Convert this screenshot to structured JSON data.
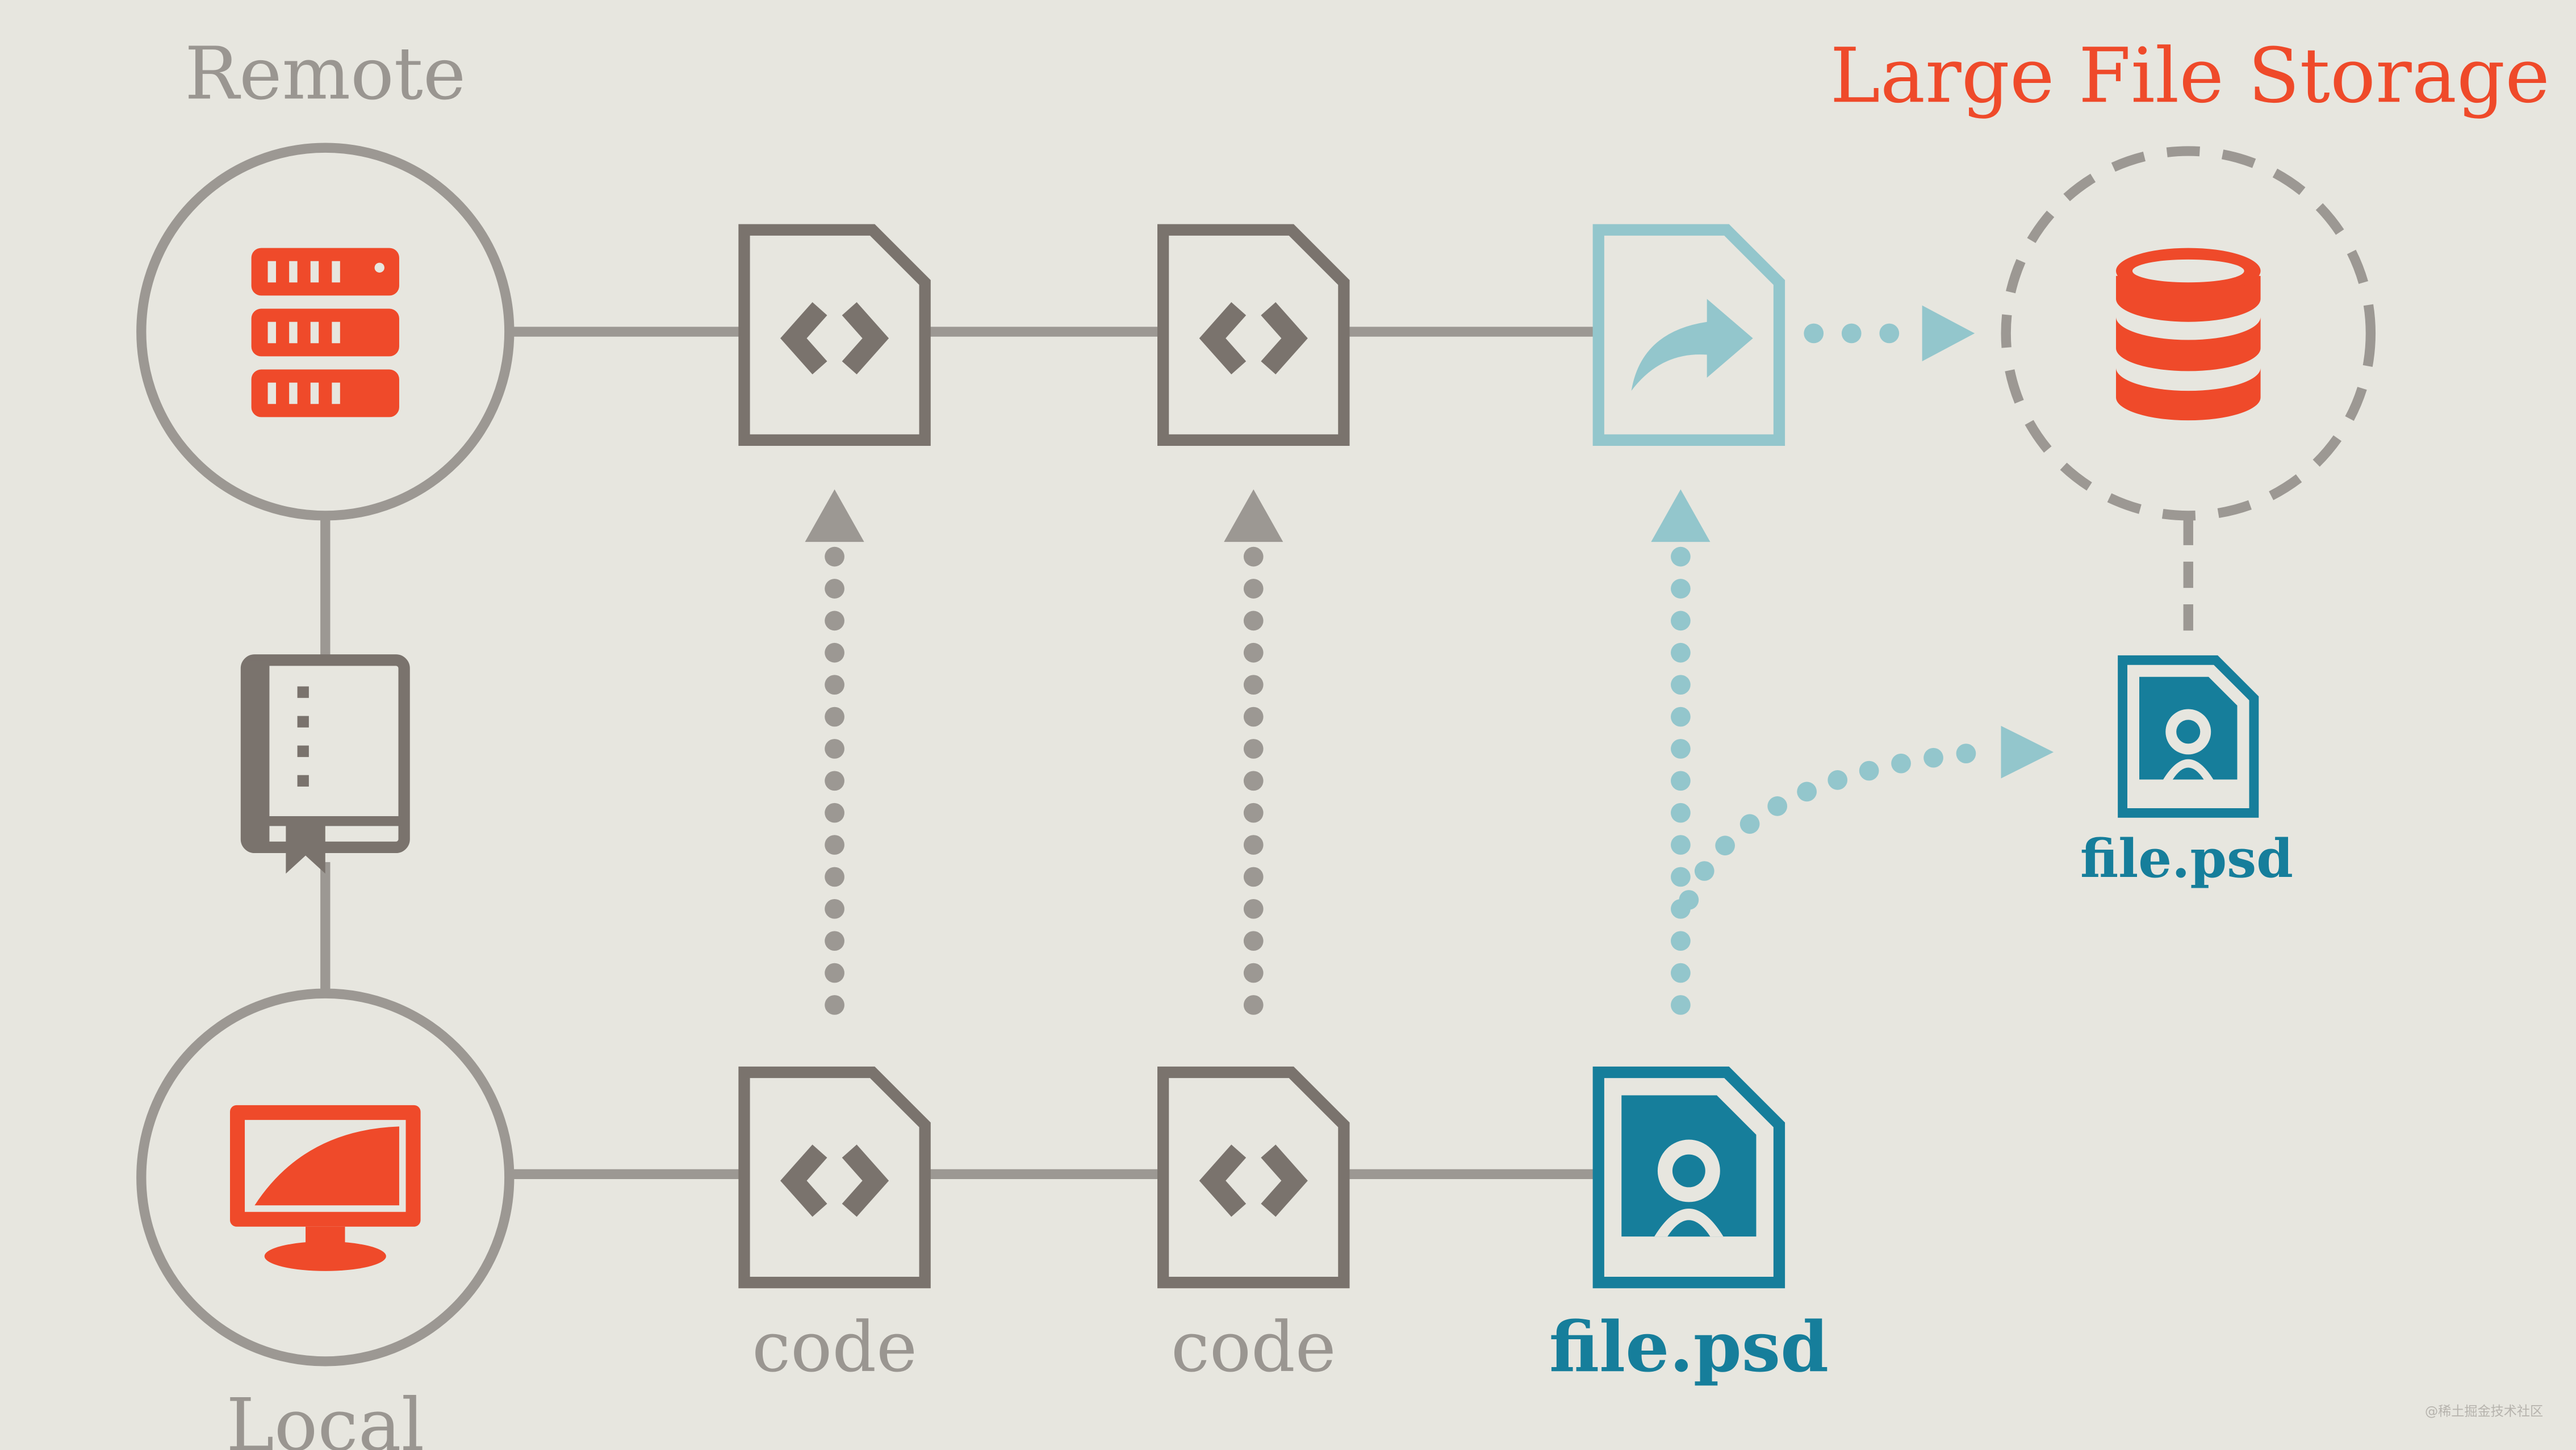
{
  "title": "Large File Storage",
  "remote_label": "Remote",
  "local_label": "Local",
  "file_labels": {
    "local_code_1": "code",
    "local_code_2": "code",
    "local_file": "file.psd",
    "lfs_file": "file.psd"
  },
  "watermark": "@稀土掘金技术社区",
  "colors": {
    "background": "#e7e6df",
    "line": "#9c9893",
    "doc_gray": "#7a736d",
    "pointer_blue": "#93c6cc",
    "psd_blue": "#167e9b",
    "accent_red": "#ef4a2a",
    "label_gray": "#9a9691"
  },
  "icons": {
    "remote": "server-stack-icon",
    "local": "monitor-icon",
    "repo": "book-icon",
    "code_file": "code-file-icon",
    "pointer_file": "pointer-file-icon",
    "psd_file": "image-file-icon",
    "lfs_store": "database-icon"
  }
}
